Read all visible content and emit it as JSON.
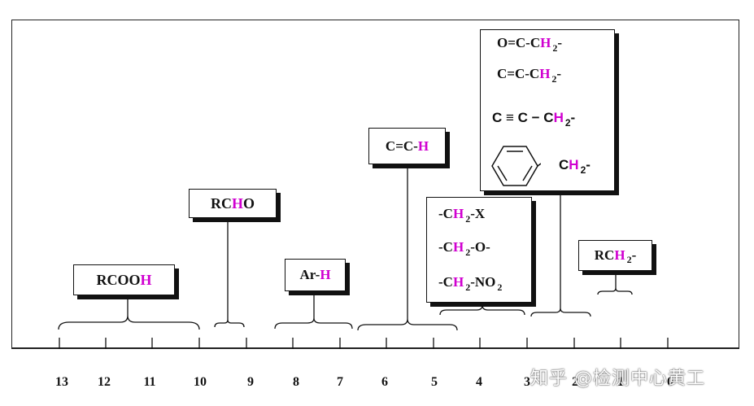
{
  "axis": {
    "ticks": [
      "13",
      "12",
      "11",
      "10",
      "9",
      "8",
      "7",
      "6",
      "5",
      "4",
      "3",
      "2",
      "1",
      "0"
    ]
  },
  "labels": {
    "rcooh": {
      "pre": "RCOO",
      "h": "H"
    },
    "rcho": {
      "pre": "RC",
      "h": "H",
      "post": "O"
    },
    "arh": {
      "pre": "Ar-",
      "h": "H"
    },
    "cch": {
      "pre": "C=C-",
      "h": "H"
    },
    "ch2x": {
      "rows": [
        {
          "pre": "-C",
          "h": "H",
          "sub": "2",
          "post": "-X"
        },
        {
          "pre": "-C",
          "h": "H",
          "sub": "2",
          "post": "-O-"
        },
        {
          "pre": "-C",
          "h": "H",
          "sub": "2",
          "post": "-NO",
          "sub2": "2"
        }
      ]
    },
    "allylic": {
      "rows": [
        {
          "pre": "O=C-C",
          "h": "H",
          "sub": "2",
          "post": "-"
        },
        {
          "pre": "C=C-C",
          "h": "H",
          "sub": "2",
          "post": "-"
        },
        {
          "pre": "C ≡ C − C",
          "h": "H",
          "sub": "2",
          "post": "-"
        },
        {
          "pre": "C",
          "h": "H",
          "sub": "2",
          "post": "-"
        }
      ]
    },
    "rch2": {
      "pre": "RC",
      "h": "H",
      "sub": "2",
      "post": "-"
    }
  },
  "watermark": "知乎 @检测中心黄工",
  "colors": {
    "highlight": "#d000d0",
    "line": "#111111"
  }
}
